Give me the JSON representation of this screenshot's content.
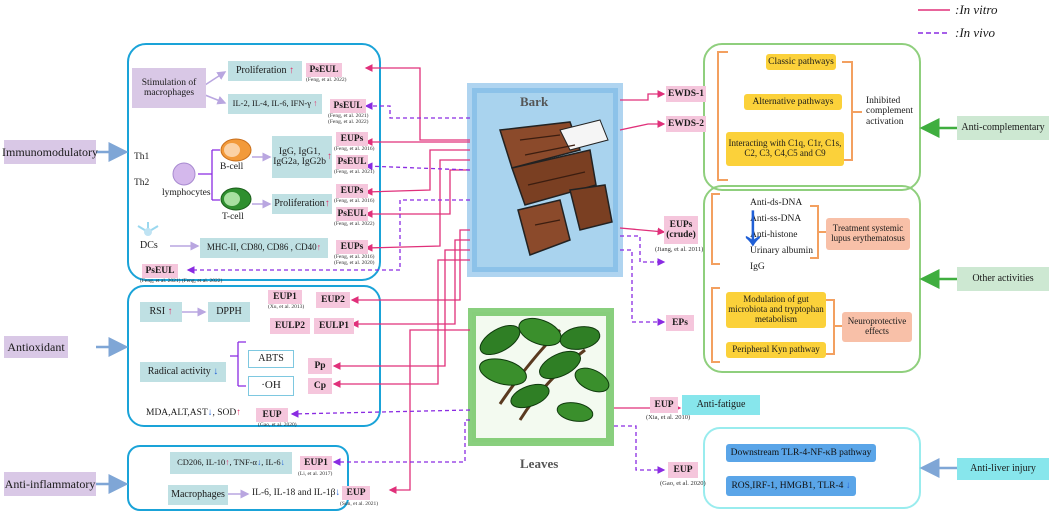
{
  "legend": {
    "in_vitro": ":In vitro",
    "in_vivo": ":In vivo"
  },
  "sources": {
    "bark": "Bark",
    "leaves": "Leaves"
  },
  "categories": {
    "immunomodulatory": "Immunomodulatory",
    "antioxidant": "Antioxidant",
    "anti_inflammatory": "Anti-inflammatory",
    "anti_complementary": "Anti-complementary",
    "other": "Other activities",
    "anti_fatigue": "Anti-fatigue",
    "anti_liver": "Anti-liver injury"
  },
  "immuno": {
    "stim_macro": "Stimulation of macrophages",
    "proliferation": "Proliferation",
    "cytokines": "IL-2, IL-4, IL-6, IFN-γ",
    "th1": "Th1",
    "th2": "Th2",
    "lymphocytes": "lymphocytes",
    "bcell": "B-cell",
    "tcell": "T-cell",
    "igg": "IgG, IgG1, IgG2a, IgG2b",
    "tprolif": "Proliferation",
    "dcs": "DCs",
    "mhc": "MHC-II, CD80, CD86 , CD40"
  },
  "antiox": {
    "rsi": "RSI",
    "dpph": "DPPH",
    "radical": "Radical activity",
    "abts": "ABTS",
    "oh": "·OH",
    "mda": "MDA,ALT,AST",
    "sod": ", SOD"
  },
  "inflam": {
    "cd206": "CD206, IL-10",
    "tnf": ", TNF-α",
    "il6": ", IL-6",
    "macrophages": "Macrophages",
    "il": "IL-6, IL-18 and IL-1β"
  },
  "complement": {
    "classic": "Classic pathways",
    "alternative": "Alternative pathways",
    "interacting": "Interacting with C1q, C1r, C1s, C2, C3, C4,C5 and C9",
    "inhibited": "Inhibited complement activation"
  },
  "other": {
    "antids": "Anti-ds-DNA",
    "antiss": "Anti-ss-DNA",
    "antihist": "Anti-histone",
    "albumin": "Urinary albumin",
    "igg": "IgG",
    "lupus": "Treatment systemic lupus erythematosus",
    "gut": "Modulation of gut microbiota and tryptophan metabolism",
    "kyn": "Peripheral Kyn pathway",
    "neuro": "Neuroprotective effects"
  },
  "liver": {
    "tlr": "Downstream TLR-4-NF-κB pathway",
    "ros": "ROS,IRF-1, HMGB1, TLR-4"
  },
  "tags": {
    "pseul1": "PsEUL",
    "pseul1_cite": "(Feng, et al. 2022)",
    "pseul2": "PsEUL",
    "pseul2_cite": "(Feng, et al. 2021)\n(Feng, et al. 2022)",
    "eups1": "EUPs",
    "eups1_cite": "(Feng, et al. 2016)",
    "pseul3": "PsEUL",
    "pseul3_cite": "(Feng, et al. 2021)",
    "eups2": "EUPs",
    "eups2_cite": "(Feng, et al. 2016)",
    "pseul4": "PsEUL",
    "pseul4_cite": "(Feng, et al. 2022)",
    "eups3": "EUPs",
    "eups3_cite": "(Feng, et al. 2016)\n(Feng, et al. 2020)",
    "pseul5": "PsEUL",
    "pseul5_cite": "(Feng, et al. 2021) (Feng, et al. 2022)",
    "eup1a": "EUP1",
    "eup1a_cite": "(Xu, et al. 2013)",
    "eup2": "EUP2",
    "eulp2": "EULP2",
    "eulp1": "EULP1",
    "pp": "Pp",
    "cp": "Cp",
    "eup_gao1": "EUP",
    "eup_gao1_cite": "(Gao, et al. 2020)",
    "eup1b": "EUP1",
    "eup1b_cite": "(Li, et al. 2017)",
    "eup_sun": "EUP",
    "eup_sun_cite": "(Sun, et al. 2021)",
    "ewds1": "EWDS-1",
    "ewds2": "EWDS-2",
    "eups_crude": "EUPs (crude)",
    "eups_crude_cite": "(Jiang, et al. 2011)",
    "eps": "EPs",
    "eup_xia": "EUP",
    "eup_xia_cite": "(Xia, et al. 2010)",
    "eup_gao2": "EUP",
    "eup_gao2_cite": "(Gao, et al. 2020)"
  },
  "colors": {
    "in_vitro": "#e0307a",
    "in_vivo": "#8a2be2",
    "blue_frame": "#1aa3d8",
    "green_frame": "#8fcf7d",
    "orange_bracket": "#f3a060",
    "category": "#d9c8e6"
  }
}
